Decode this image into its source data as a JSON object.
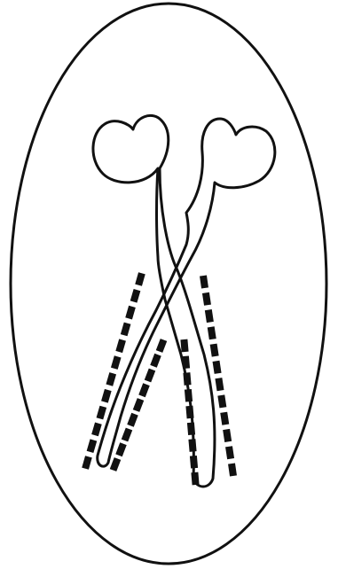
{
  "figure": {
    "ink_color": "#111111",
    "background_color": "#ffffff",
    "structures": {
      "outer_boundary": "oval-outline",
      "left_branch": "heart-shaped-tip",
      "right_branch": "heart-shaped-tip",
      "crossing": "x-shaped-crossing",
      "dash_rows": [
        "left-outer",
        "left-inner",
        "right-inner",
        "right-outer"
      ]
    }
  }
}
